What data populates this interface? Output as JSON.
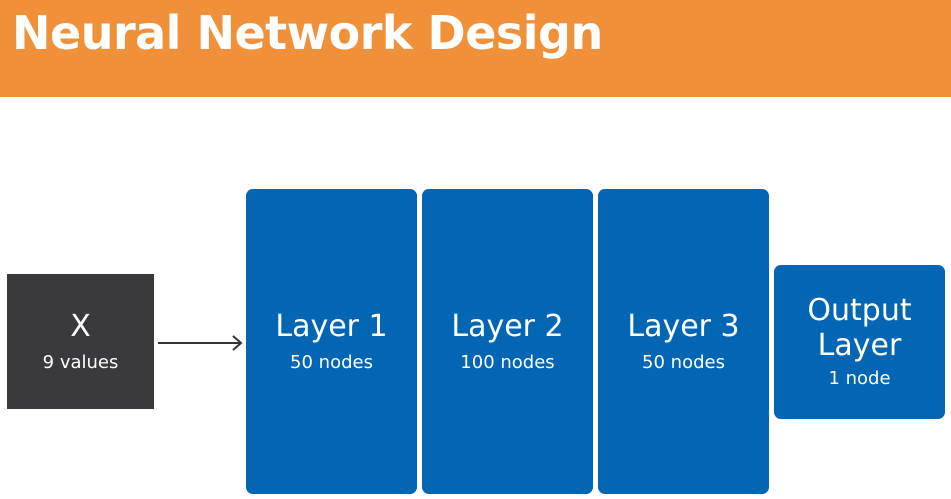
{
  "header": {
    "title": "Neural Network Design",
    "background_color": "#f0913a",
    "text_color": "#ffffff"
  },
  "diagram": {
    "input": {
      "title": "X",
      "subtitle": "9 values",
      "color": "#3a3a3c"
    },
    "layers": [
      {
        "title": "Layer 1",
        "subtitle": "50 nodes"
      },
      {
        "title": "Layer 2",
        "subtitle": "100 nodes"
      },
      {
        "title": "Layer 3",
        "subtitle": "50 nodes"
      }
    ],
    "output": {
      "title_line1": "Output",
      "title_line2": "Layer",
      "subtitle": "1 node"
    },
    "layer_color": "#0366b4",
    "arrow_color": "#333333"
  }
}
